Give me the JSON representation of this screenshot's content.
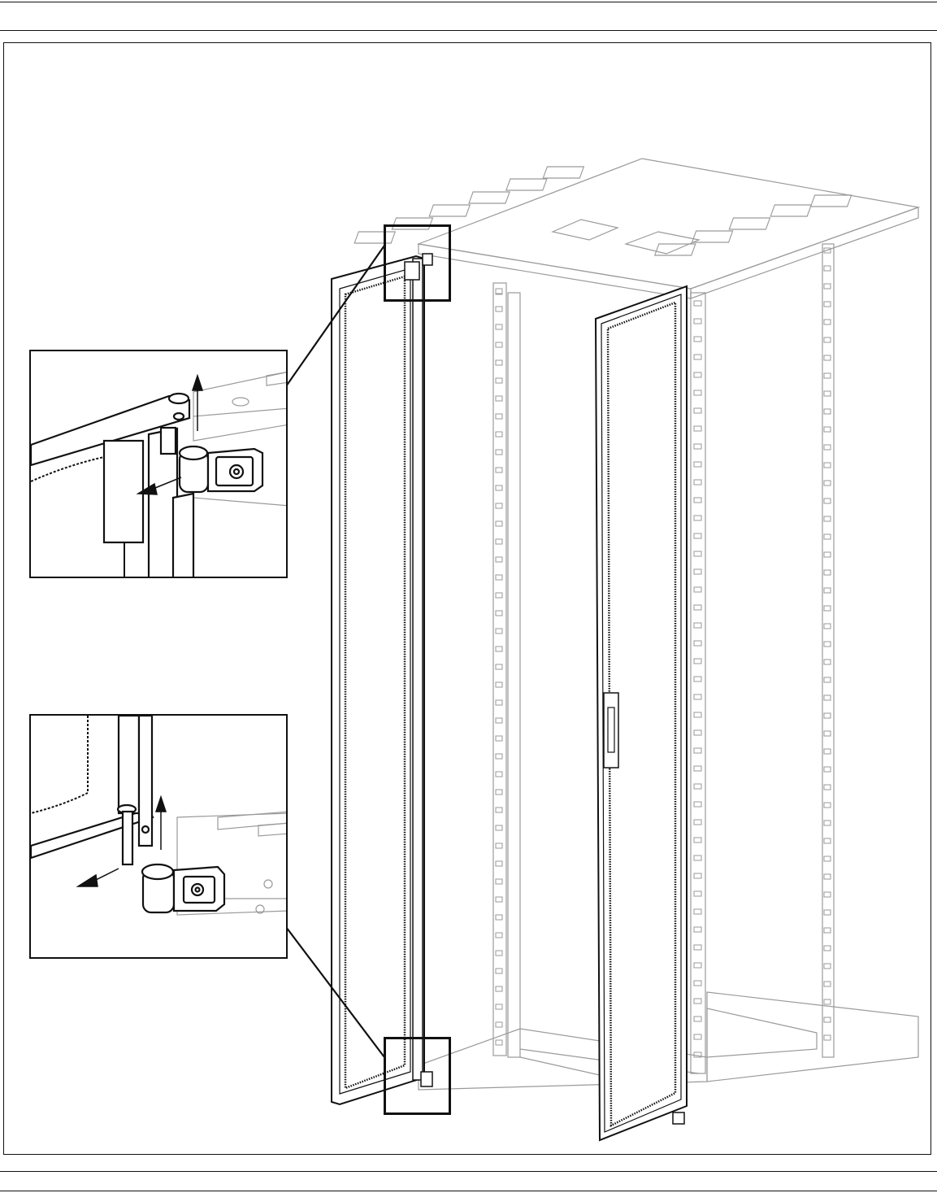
{
  "figure": {
    "subject": "rack-enclosure-door-removal",
    "callouts": [
      {
        "id": "top-hinge",
        "icon": "hinge-detail-icon",
        "arrows": [
          "arrow-up-icon",
          "arrow-left-down-icon"
        ]
      },
      {
        "id": "bottom-hinge",
        "icon": "hinge-detail-icon",
        "arrows": [
          "arrow-up-icon",
          "arrow-left-down-icon"
        ]
      }
    ]
  },
  "colors": {
    "line": "#111111",
    "light_line": "#9a9a9a",
    "background": "#ffffff"
  }
}
